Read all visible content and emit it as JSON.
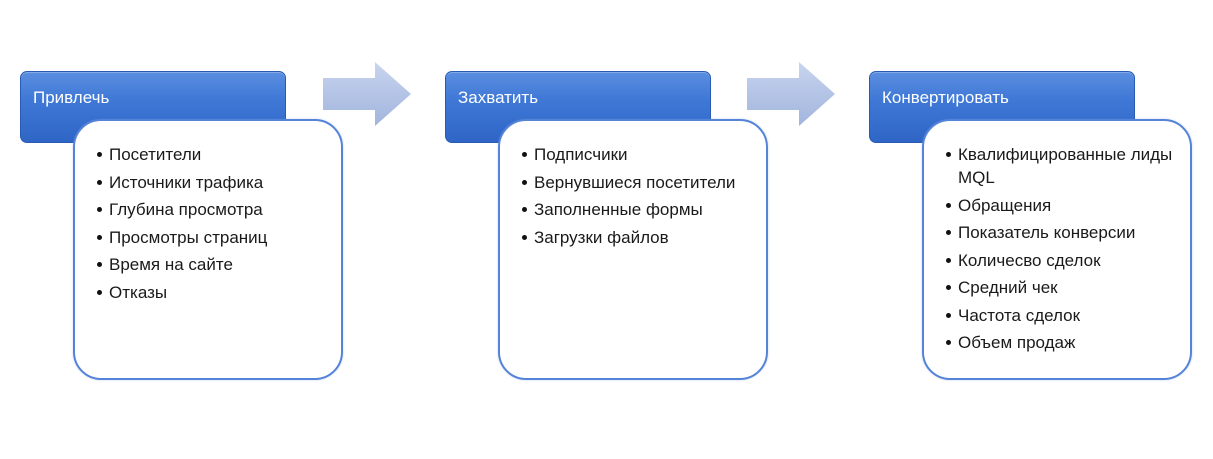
{
  "stages": [
    {
      "title": "Привлечь",
      "items": [
        "Посетители",
        "Источники трафика",
        "Глубина просмотра",
        "Просмотры страниц",
        "Время на сайте",
        "Отказы"
      ]
    },
    {
      "title": "Захватить",
      "items": [
        "Подписчики",
        "Вернувшиеся посетители",
        "Заполненные формы",
        "Загрузки файлов"
      ]
    },
    {
      "title": "Конвертировать",
      "items": [
        "Квалифицированные лиды MQL",
        "Обращения",
        "Показатель конверсии",
        "Количесво сделок",
        "Средний чек",
        "Частота сделок",
        "Объем продаж"
      ]
    }
  ],
  "colors": {
    "header_blue": "#3f78d6",
    "panel_border": "#5583d8",
    "arrow_fill": "#b4c4e6"
  }
}
